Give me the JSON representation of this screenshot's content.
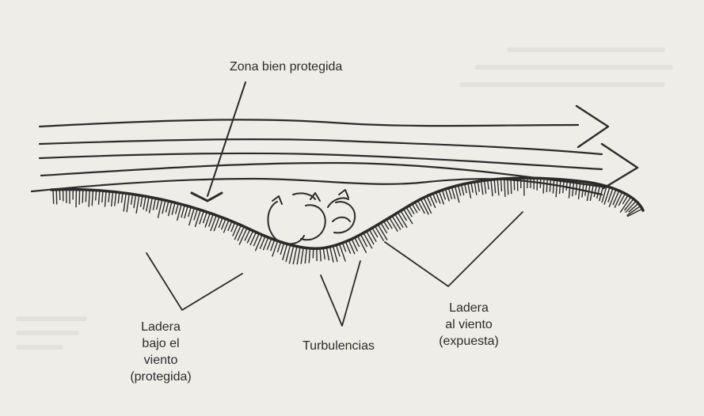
{
  "labels": {
    "top": "Zona bien protegida",
    "leeward": [
      "Ladera",
      "bajo el",
      "viento",
      "(protegida)"
    ],
    "turbulence": "Turbulencias",
    "windward": [
      "Ladera",
      "al viento",
      "(expuesta)"
    ]
  },
  "colors": {
    "ink": "#2b2b2b",
    "paper": "#eeede8"
  }
}
